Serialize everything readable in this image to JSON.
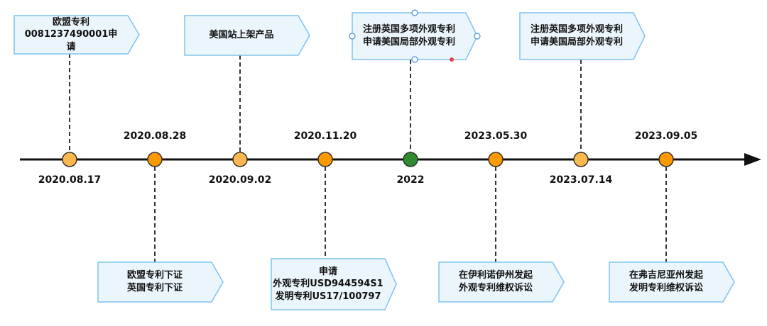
{
  "milestones": [
    {
      "date": "2020.08.17",
      "color": "#FFB84D",
      "callout": "欧盟专利\n0081237490001申\n请"
    },
    {
      "date": "2020.08.28",
      "color": "#FF9900",
      "callout": "欧盟专利下证\n英国专利下证"
    },
    {
      "date": "2020.09.02",
      "color": "#FFB84D",
      "callout": "美国站上架产品"
    },
    {
      "date": "2020.11.20",
      "color": "#FF9900",
      "callout": "申请\n外观专利USD944594S1\n发明专利US17/100797"
    },
    {
      "date": "2022",
      "color": "#2E8B2E",
      "callout": "注册英国多项外观专利\n申请美国局部外观专利"
    },
    {
      "date": "2023.05.30",
      "color": "#FF9900",
      "callout": "在伊利诺伊州发起\n外观专利维权诉讼"
    },
    {
      "date": "2023.07.14",
      "color": "#FFB84D",
      "callout": "注册英国多项外观专利\n申请美国局部外观专利"
    },
    {
      "date": "2023.09.05",
      "color": "#FF9900",
      "callout": "在弗吉尼亚州发起\n发明专利维权诉讼"
    }
  ],
  "colors": {
    "axis": "#111111",
    "box_fill": "#EAF5FC",
    "box_stroke": "#7EC3EE",
    "connector": "#333333",
    "node_stroke": "#333333"
  }
}
